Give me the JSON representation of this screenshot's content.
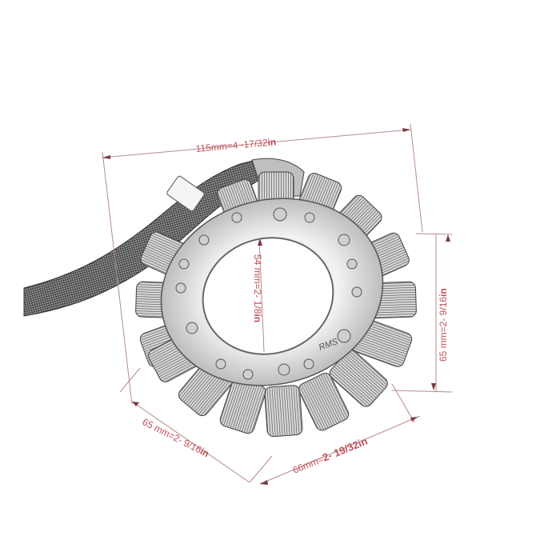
{
  "image": {
    "subject": "motorcycle stator with wiring harness",
    "style": "pencil-sketch product photo",
    "background": "#ffffff",
    "logo_text": "RMS"
  },
  "colors": {
    "dimension_text": "#c0505a",
    "dimension_line": "#b58a8f",
    "arrow": "#7a3a40",
    "metal_light": "#e6e6e6",
    "metal_dark": "#4a4a4a"
  },
  "dimensions": {
    "outer_diameter": {
      "prefix": "115mm=4 -17/32",
      "unit": "in"
    },
    "inner_diameter": {
      "prefix": "54 mm=2- 1/8",
      "unit": "in"
    },
    "right_height": {
      "prefix": "65 mm=2- 9/16",
      "unit": "in"
    },
    "lower_left": {
      "prefix": "65 mm=2- 9/16",
      "unit": "in"
    },
    "lower_right": {
      "prefix": "66mm=",
      "bold": "2- 19/32in"
    }
  }
}
